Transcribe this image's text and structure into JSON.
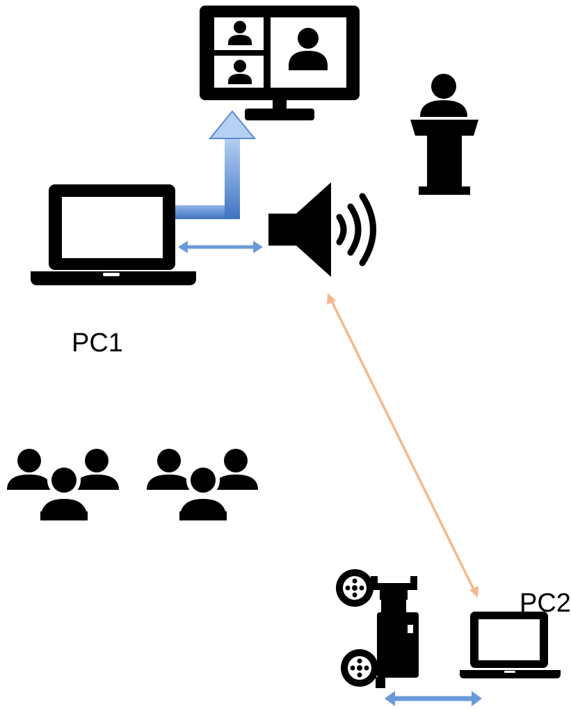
{
  "labels": {
    "pc1": "PC1",
    "pc2": "PC2"
  },
  "icons": {
    "video_conference_monitor": "video-conference-monitor-icon",
    "speaker_at_podium": "speaker-podium-icon",
    "laptop_pc1": "laptop-icon",
    "loudspeaker": "loudspeaker-icon",
    "audience_group_1": "audience-group-icon",
    "audience_group_2": "audience-group-icon",
    "video_camera": "video-camera-icon",
    "laptop_pc2": "laptop-icon"
  },
  "connections": [
    {
      "from": "laptop_pc1",
      "to": "video_conference_monitor",
      "style": "one-way",
      "color": "#4a7ec8"
    },
    {
      "from": "laptop_pc1",
      "to": "loudspeaker",
      "style": "two-way",
      "color": "#6a9ad8"
    },
    {
      "from": "loudspeaker",
      "to": "laptop_pc2",
      "style": "two-way",
      "color": "#f4b88c"
    },
    {
      "from": "video_camera",
      "to": "laptop_pc2",
      "style": "two-way",
      "color": "#6a9ad8"
    }
  ],
  "colors": {
    "icon": "#000000",
    "blue_arrow": "#4a7ec8",
    "blue_arrow_light": "#a9c8f0",
    "orange_arrow": "#f4b88c",
    "background": "#ffffff"
  }
}
